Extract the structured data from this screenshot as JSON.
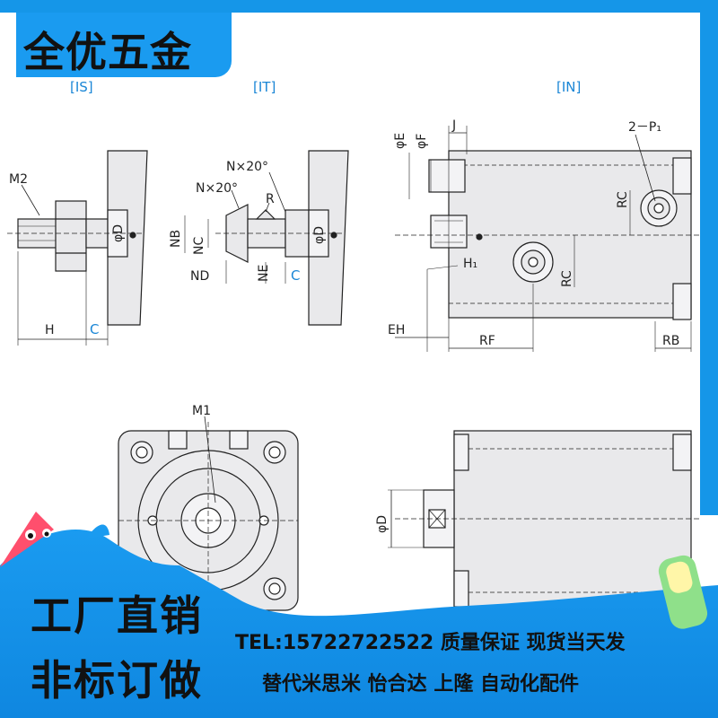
{
  "brand": {
    "name": "全优五金"
  },
  "views": {
    "is_label": "[IS]",
    "it_label": "[IT]",
    "in_label": "[IN]"
  },
  "dimension_labels": {
    "m2": "M2",
    "h": "H",
    "c": "C",
    "phi_d": "φD",
    "n20_a": "N×20°",
    "n20_b": "N×20°",
    "r": "R",
    "nb": "NB",
    "nc": "NC",
    "nd": "ND",
    "ne": "NE",
    "phi_e": "φE",
    "phi_f": "φF",
    "j": "J",
    "p1": "2－P₁",
    "rc": "RC",
    "h1": "H₁",
    "eh": "EH",
    "rf": "RF",
    "rb": "RB",
    "m1": "M1"
  },
  "promo": {
    "line1": "工厂直销",
    "line2": "非标订做",
    "info1": "TEL:15722722522 质量保证 现货当天发",
    "info2": "替代米思米 怡合达 上隆 自动化配件"
  },
  "colors": {
    "accent": "#1596e8",
    "drawing_fill": "#e9e9eb",
    "line": "#222222"
  }
}
